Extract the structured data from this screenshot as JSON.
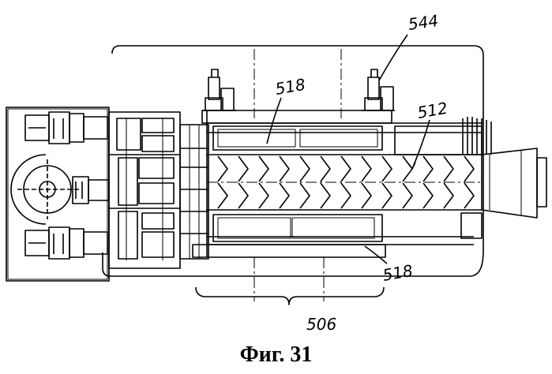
{
  "figure": {
    "caption": "Фиг. 31",
    "labels": {
      "ref_544": "544",
      "ref_518_top": "518",
      "ref_512": "512",
      "ref_518_bottom": "518",
      "ref_506": "506"
    }
  }
}
